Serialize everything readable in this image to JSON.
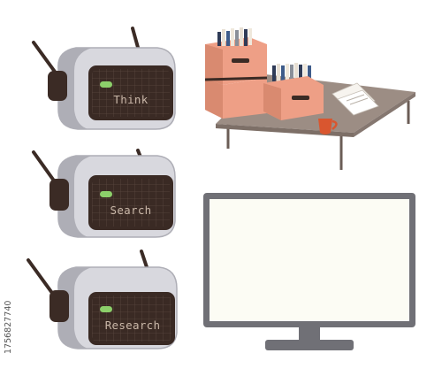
{
  "robots": [
    {
      "label": "Think"
    },
    {
      "label": "Search"
    },
    {
      "label": "Research"
    }
  ],
  "stock_id": "1756827740",
  "icons": {
    "robot": "robot-head-icon",
    "antenna": "antenna-icon",
    "indicator": "indicator-light-icon",
    "monitor": "monitor-icon",
    "table": "table-icon",
    "box": "file-box-icon",
    "mug": "mug-icon",
    "papers": "papers-icon"
  },
  "colors": {
    "robot_body": "#d8d8de",
    "robot_shadow": "#aeaeb6",
    "robot_dark": "#3b2b25",
    "screen": "#3a2a24",
    "screen_grid": "#5a4840",
    "screen_text": "#c9b7a8",
    "indicator": "#8ccf6a",
    "box": "#ee9f86",
    "box_shadow": "#d98a70",
    "table_top": "#9c8d84",
    "table_leg": "#6b5d56",
    "monitor_frame": "#707076",
    "monitor_screen": "#fcfcf4",
    "mug": "#d9562f"
  }
}
